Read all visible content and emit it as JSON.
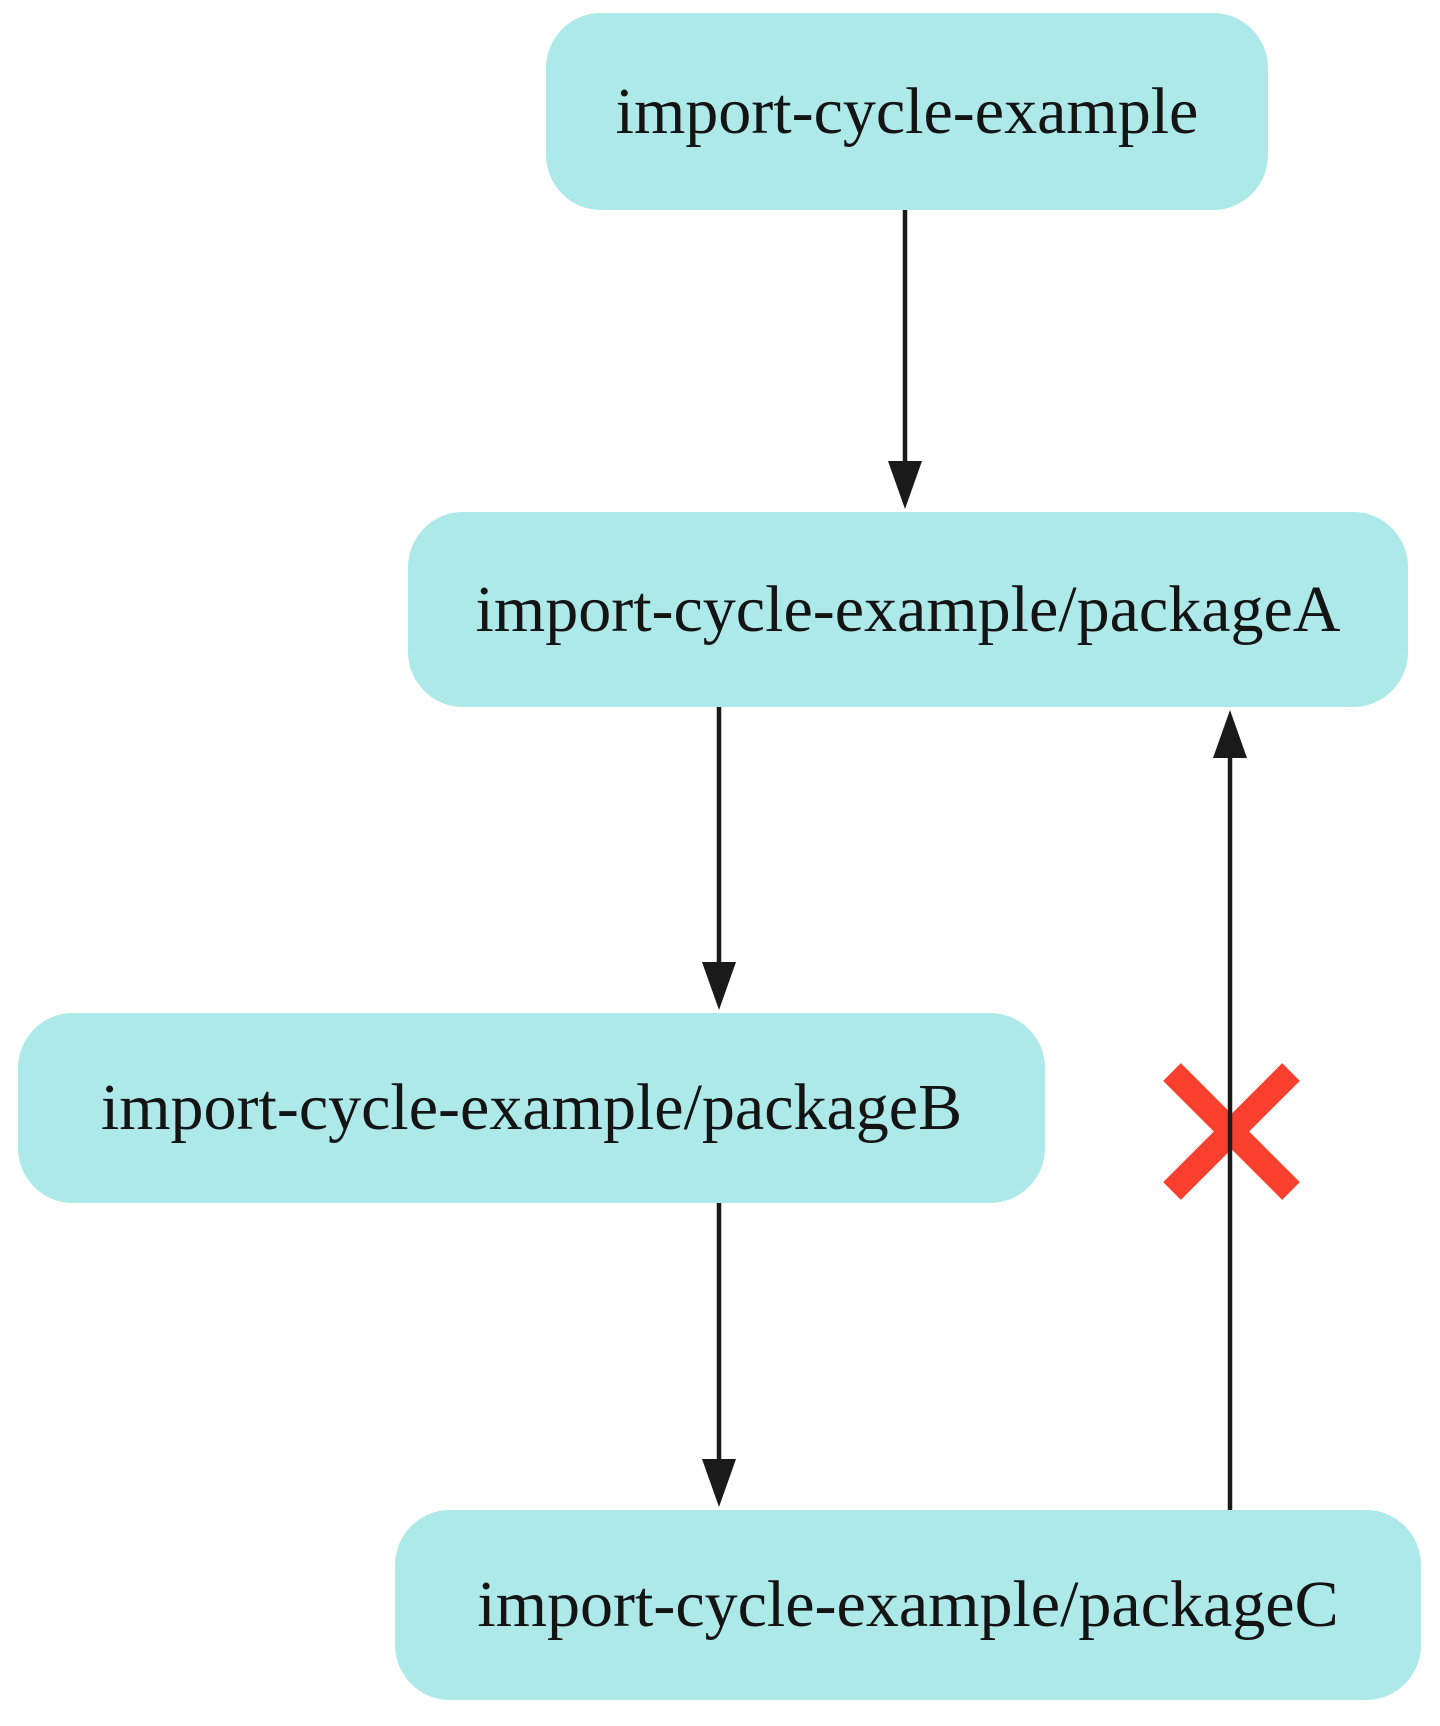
{
  "graph": {
    "nodes": [
      {
        "id": "import-cycle-example",
        "label": "import-cycle-example"
      },
      {
        "id": "packageA",
        "label": "import-cycle-example/packageA"
      },
      {
        "id": "packageB",
        "label": "import-cycle-example/packageB"
      },
      {
        "id": "packageC",
        "label": "import-cycle-example/packageC"
      }
    ],
    "edges": [
      {
        "from": "import-cycle-example",
        "to": "import-cycle-example/packageA",
        "direction": "down",
        "status": "allowed"
      },
      {
        "from": "import-cycle-example/packageA",
        "to": "import-cycle-example/packageB",
        "direction": "down",
        "status": "allowed"
      },
      {
        "from": "import-cycle-example/packageB",
        "to": "import-cycle-example/packageC",
        "direction": "down",
        "status": "allowed"
      },
      {
        "from": "import-cycle-example/packageC",
        "to": "import-cycle-example/packageA",
        "direction": "up",
        "status": "forbidden",
        "marker": "red-x-icon"
      }
    ]
  },
  "colors": {
    "background": "#FFFFFF",
    "node_fill": "#ADE9E9",
    "node_text": "#141414",
    "edge_stroke": "#1A1A1A",
    "forbidden_x": "#F9402F"
  }
}
